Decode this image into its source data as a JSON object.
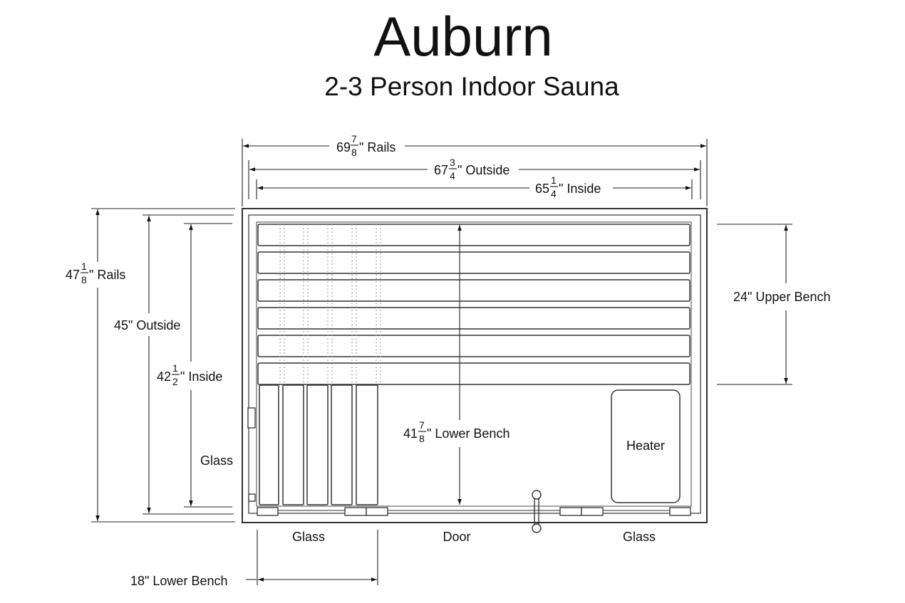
{
  "title": "Auburn",
  "subtitle": "2-3 Person Indoor Sauna",
  "dimensions": {
    "width_rails": {
      "whole": "69",
      "num": "7",
      "den": "8",
      "suffix": "\" Rails"
    },
    "width_outside": {
      "whole": "67",
      "num": "3",
      "den": "4",
      "suffix": "\" Outside"
    },
    "width_inside": {
      "whole": "65",
      "num": "1",
      "den": "4",
      "suffix": "\" Inside"
    },
    "depth_rails": {
      "whole": "47",
      "num": "1",
      "den": "8",
      "suffix": "\" Rails"
    },
    "depth_outside": "45\" Outside",
    "depth_inside": {
      "whole": "42",
      "num": "1",
      "den": "2",
      "suffix": "\" Inside"
    },
    "lower_bench_length": {
      "whole": "41",
      "num": "7",
      "den": "8",
      "suffix": "\" Lower Bench"
    },
    "upper_bench_depth": "24\" Upper Bench",
    "lower_bench_depth": "18\" Lower Bench"
  },
  "labels": {
    "heater": "Heater",
    "glass_side": "Glass",
    "glass_front_left": "Glass",
    "door": "Door",
    "glass_front_right": "Glass"
  }
}
